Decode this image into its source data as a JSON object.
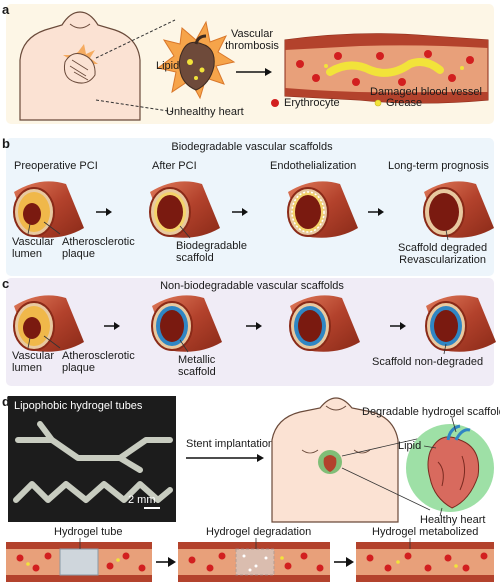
{
  "panel_a": {
    "label": "a",
    "lipid": "Lipid",
    "unhealthy_heart": "Unhealthy heart",
    "vascular_thrombosis": "Vascular\nthrombosis",
    "damaged_vessel": "Damaged blood vessel",
    "erythrocyte": "Erythrocyte",
    "grease": "Grease"
  },
  "panel_b": {
    "label": "b",
    "title": "Biodegradable vascular scaffolds",
    "steps": [
      "Preoperative PCI",
      "After PCI",
      "Endothelialization",
      "Long-term prognosis"
    ],
    "vascular_lumen": "Vascular\nlumen",
    "atherosclerotic_plaque": "Atherosclerotic\nplaque",
    "biodegradable_scaffold": "Biodegradable\nscaffold",
    "scaffold_degraded": "Scaffold degraded\nRevascularization"
  },
  "panel_c": {
    "label": "c",
    "title": "Non-biodegradable vascular scaffolds",
    "vascular_lumen": "Vascular\nlumen",
    "atherosclerotic_plaque": "Atherosclerotic\nplaque",
    "metallic_scaffold": "Metallic\nscaffold",
    "non_degraded": "Scaffold non-degraded"
  },
  "panel_d": {
    "label": "d",
    "photo_title": "Lipophobic hydrogel tubes",
    "scale_bar": "2 mm",
    "stent_implantation": "Stent implantation",
    "degradable_scaffold": "Degradable hydrogel scaffold",
    "lipid": "Lipid",
    "healthy_heart": "Healthy heart",
    "hydrogel_tube": "Hydrogel tube",
    "hydrogel_degradation": "Hydrogel degradation",
    "hydrogel_metabolized": "Hydrogel metabolized"
  },
  "colors": {
    "panel_a_bg": "#fdf6e6",
    "panel_b_bg": "#edf5fb",
    "panel_c_bg": "#f0ecf6",
    "vessel": "#b3422c",
    "erythrocyte": "#d21f1f",
    "grease": "#f2e33a",
    "metallic_ring": "#2f86c4"
  }
}
